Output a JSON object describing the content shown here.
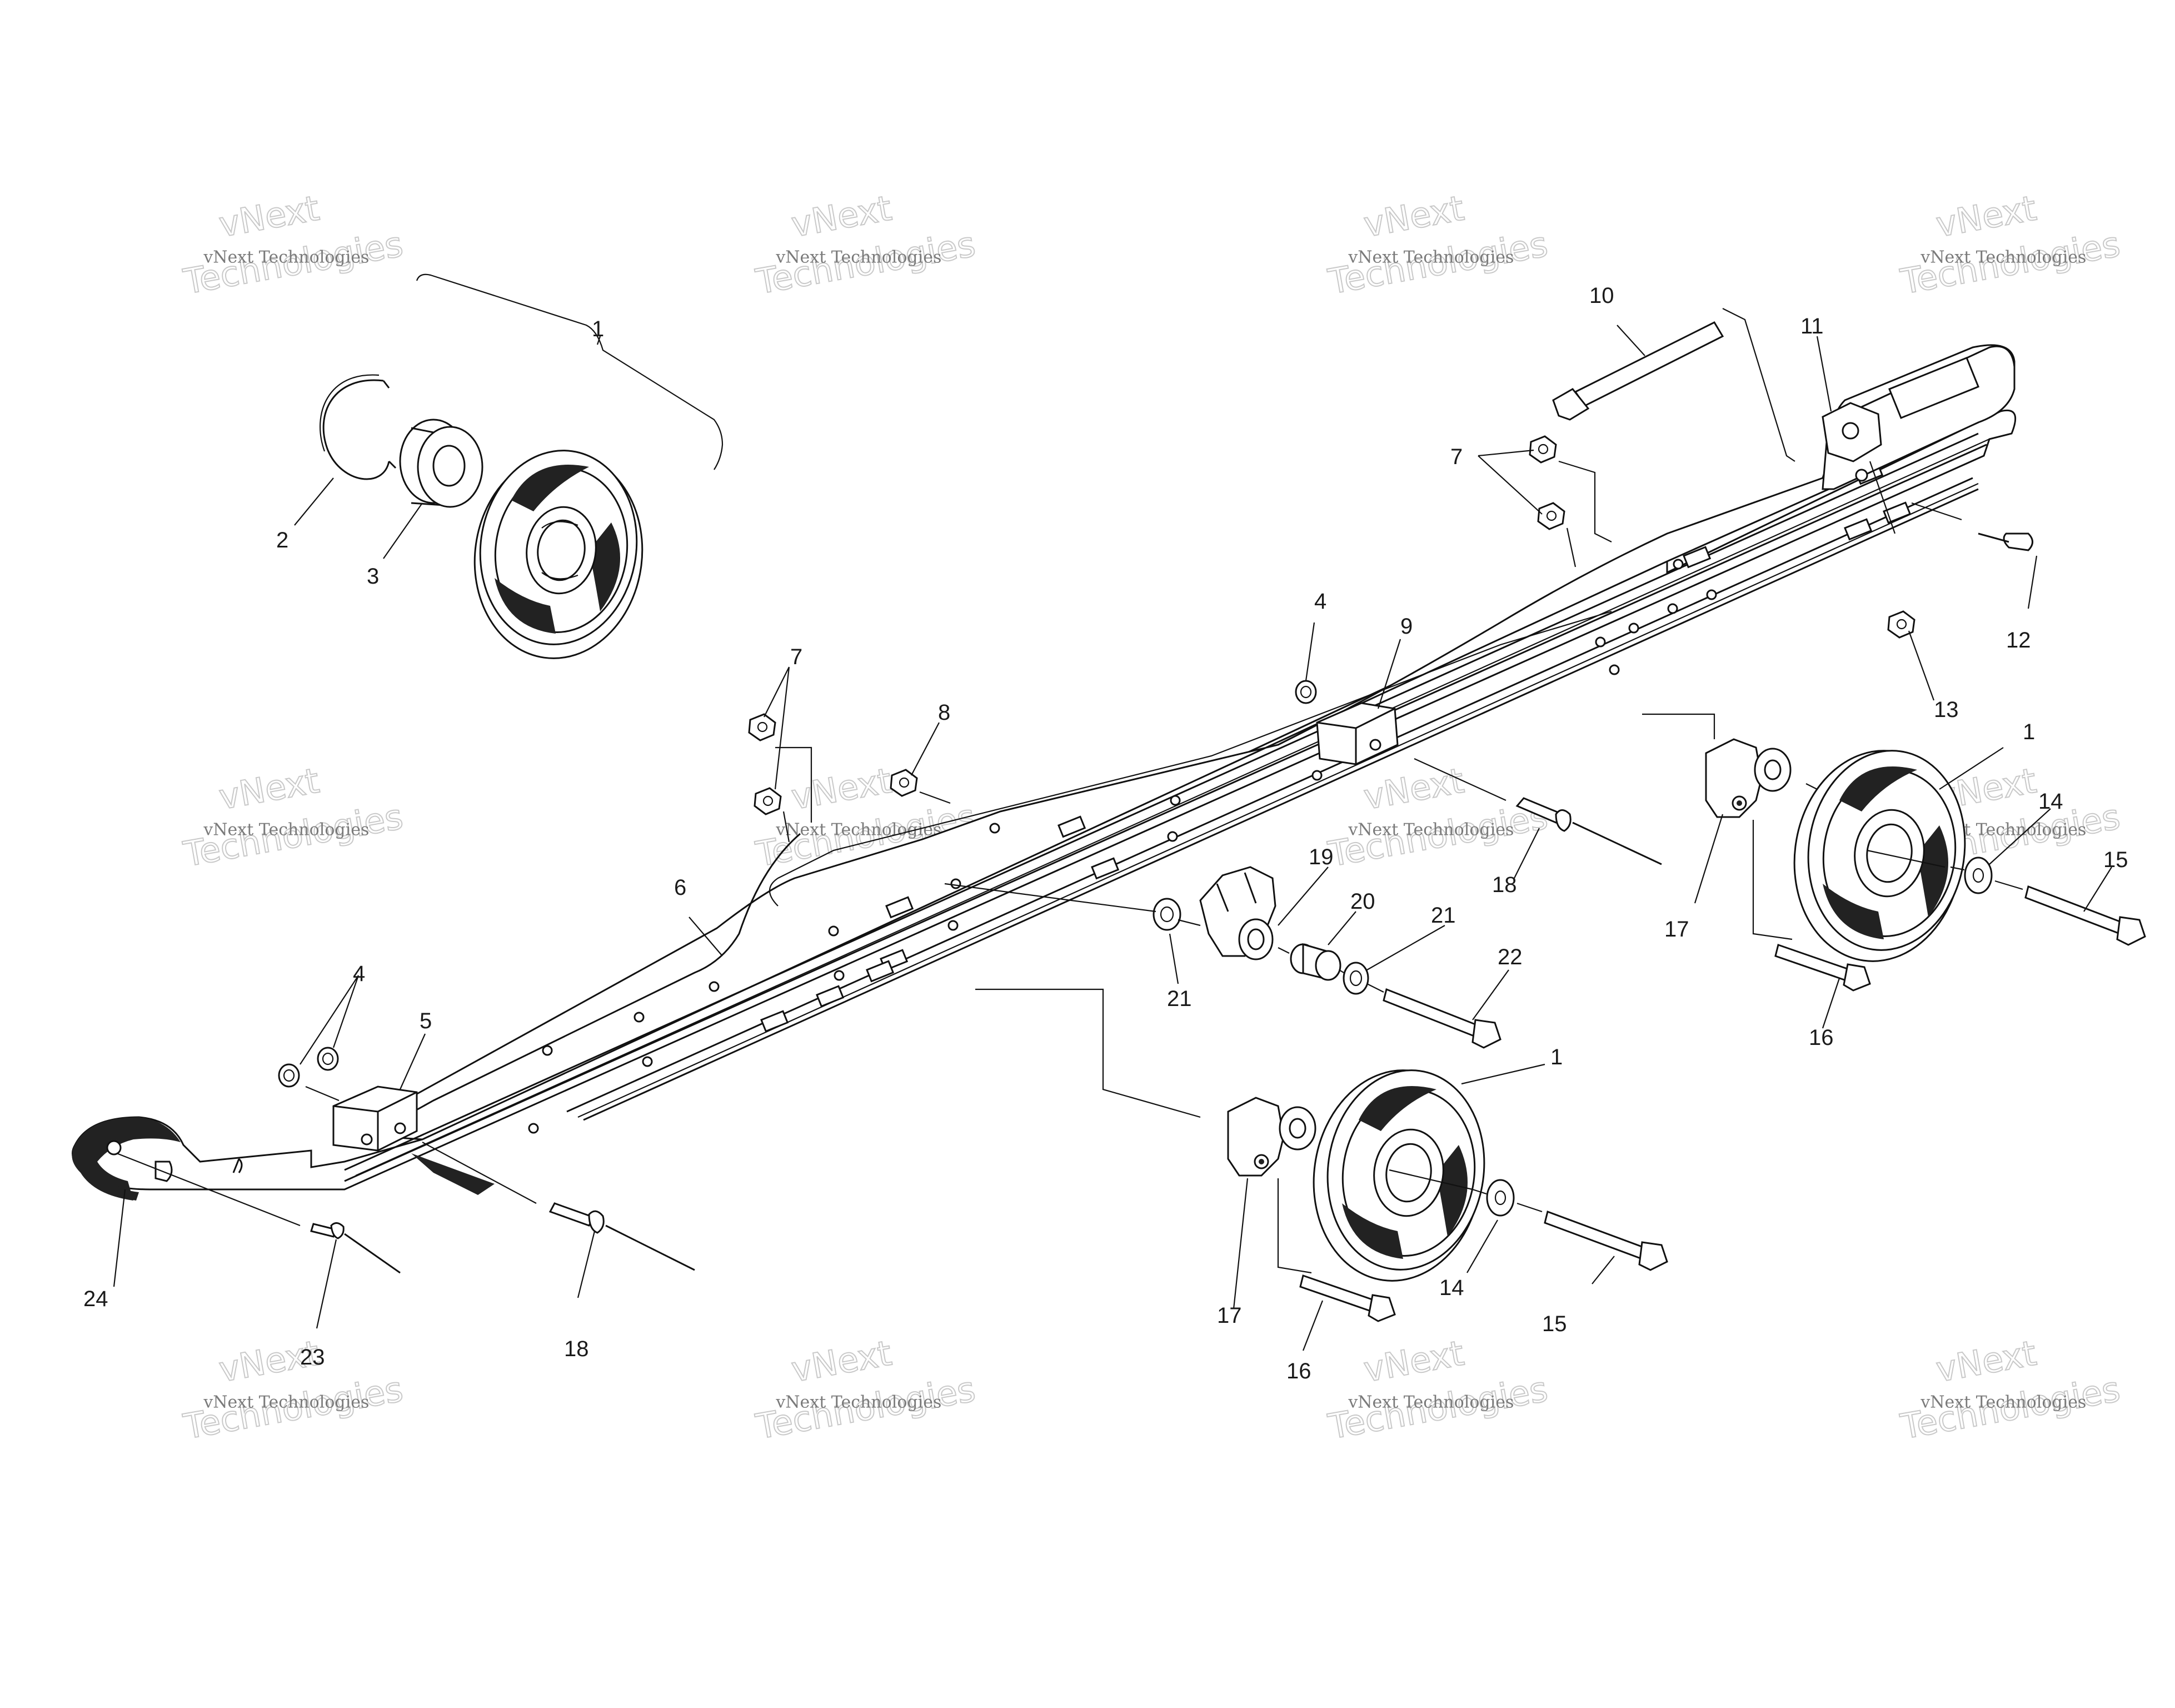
{
  "watermark": {
    "line1": "vNext",
    "line2": "vNext Technologies",
    "line3": "Technologies"
  },
  "labels": {
    "l1a": "1",
    "l2": "2",
    "l3": "3",
    "l4a": "4",
    "l4b": "4",
    "l5": "5",
    "l6": "6",
    "l7a": "7",
    "l7b": "7",
    "l8": "8",
    "l9": "9",
    "l10": "10",
    "l11": "11",
    "l12": "12",
    "l13": "13",
    "l1b": "1",
    "l14a": "14",
    "l15a": "15",
    "l16a": "16",
    "l17a": "17",
    "l18a": "18",
    "l19": "19",
    "l20": "20",
    "l21a": "21",
    "l21b": "21",
    "l22": "22",
    "l1c": "1",
    "l14b": "14",
    "l15b": "15",
    "l16b": "16",
    "l17b": "17",
    "l18b": "18",
    "l23": "23",
    "l24": "24"
  }
}
